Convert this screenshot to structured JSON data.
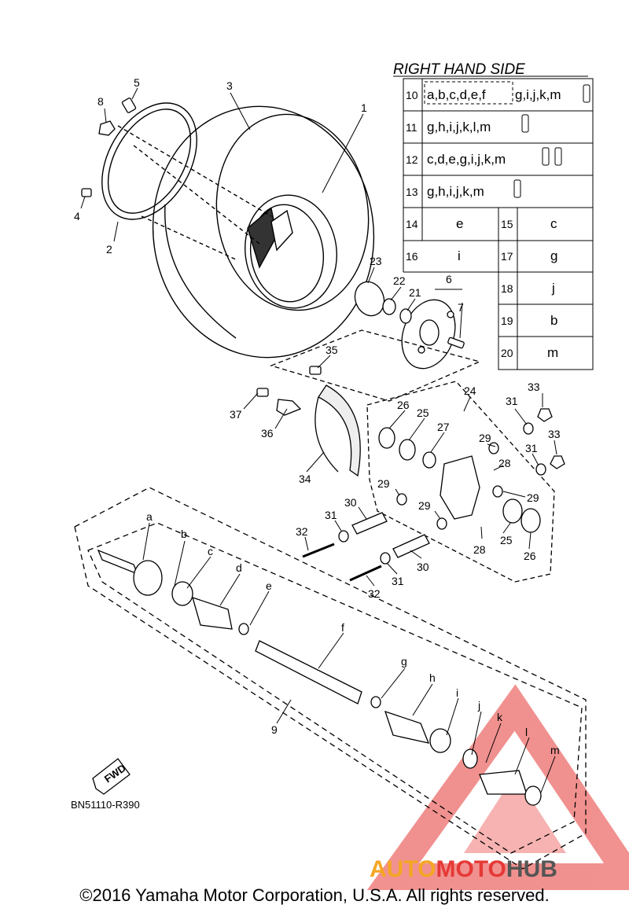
{
  "table": {
    "title": "RIGHT HAND SIDE",
    "rows": [
      {
        "num": "10",
        "text": "a,b,c,d,e,f",
        "text2": "g,i,j,k,m"
      },
      {
        "num": "11",
        "text": "g,h,i,j,k,l,m"
      },
      {
        "num": "12",
        "text": "c,d,e,g,i,j,k,m"
      },
      {
        "num": "13",
        "text": "g,h,i,j,k,m"
      }
    ],
    "pairs": [
      {
        "n1": "14",
        "v1": "e",
        "n2": "15",
        "v2": "c"
      },
      {
        "n1": "16",
        "v1": "i",
        "n2": "17",
        "v2": "g"
      }
    ],
    "single": [
      {
        "n": "18",
        "v": "j"
      },
      {
        "n": "19",
        "v": "b"
      },
      {
        "n": "20",
        "v": "m"
      }
    ]
  },
  "callouts": {
    "n1": "1",
    "n2": "2",
    "n3": "3",
    "n4": "4",
    "n5": "5",
    "n6": "6",
    "n7": "7",
    "n8": "8",
    "n9": "9",
    "n21": "21",
    "n22": "22",
    "n23": "23",
    "n24": "24",
    "n25a": "25",
    "n25b": "25",
    "n26a": "26",
    "n26b": "26",
    "n27": "27",
    "n28a": "28",
    "n28b": "28",
    "n29a": "29",
    "n29b": "29",
    "n29c": "29",
    "n29d": "29",
    "n30a": "30",
    "n30b": "30",
    "n31a": "31",
    "n31b": "31",
    "n31c": "31",
    "n31d": "31",
    "n32a": "32",
    "n32b": "32",
    "n33a": "33",
    "n33b": "33",
    "n34": "34",
    "n35": "35",
    "n36": "36",
    "n37": "37",
    "la": "a",
    "lb": "b",
    "lc": "c",
    "ld": "d",
    "le": "e",
    "lf": "f",
    "lg": "g",
    "lh": "h",
    "li": "i",
    "lj": "j",
    "lk": "k",
    "ll": "l",
    "lm": "m"
  },
  "fwd_label": "FWD",
  "diagram_code": "BN51110-R390",
  "watermark": {
    "part1": "AUTO",
    "part2": "MOTO",
    "part3": "HUB"
  },
  "copyright": "©2016 Yamaha Motor Corporation, U.S.A. All rights reserved.",
  "colors": {
    "watermark_red": "#e53935",
    "watermark_orange": "#f5a623",
    "watermark_gray": "#555555"
  }
}
